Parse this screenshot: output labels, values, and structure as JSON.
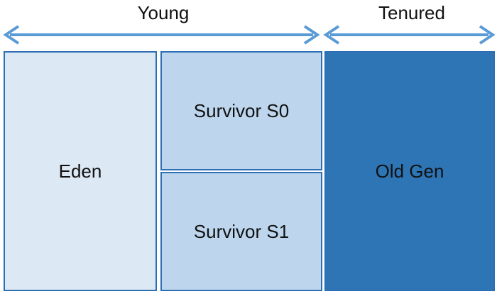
{
  "regions": {
    "young_label": "Young",
    "tenured_label": "Tenured"
  },
  "spaces": {
    "eden": "Eden",
    "survivor_s0": "Survivor S0",
    "survivor_s1": "Survivor S1",
    "old_gen": "Old Gen"
  },
  "colors": {
    "arrow": "#5b9bd5",
    "border": "#2e6fb3",
    "eden_fill": "#dde8f5",
    "survivor_fill": "#bdd6ee",
    "old_gen_fill": "#2e75b6"
  }
}
